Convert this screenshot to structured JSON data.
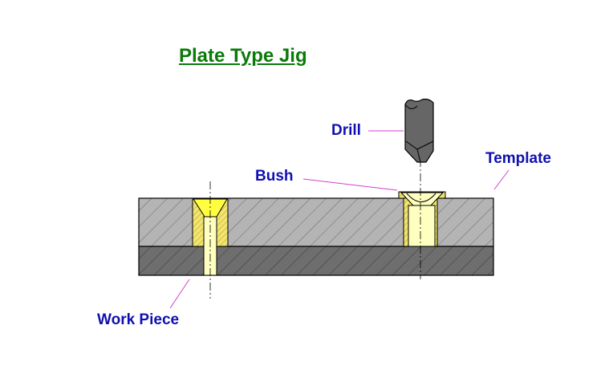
{
  "title": "Plate Type Jig",
  "labels": {
    "drill": "Drill",
    "template": "Template",
    "bush": "Bush",
    "work_piece": "Work Piece"
  },
  "colors": {
    "title": "#0a7a0a",
    "label": "#1010b0",
    "leader": "#d040d0",
    "template_fill": "#b4b4b4",
    "work_piece_fill": "#6e6e6e",
    "bush_fill": "#f2e46e",
    "hole_fill": "#ffffc0",
    "drill_fill": "#666666"
  }
}
